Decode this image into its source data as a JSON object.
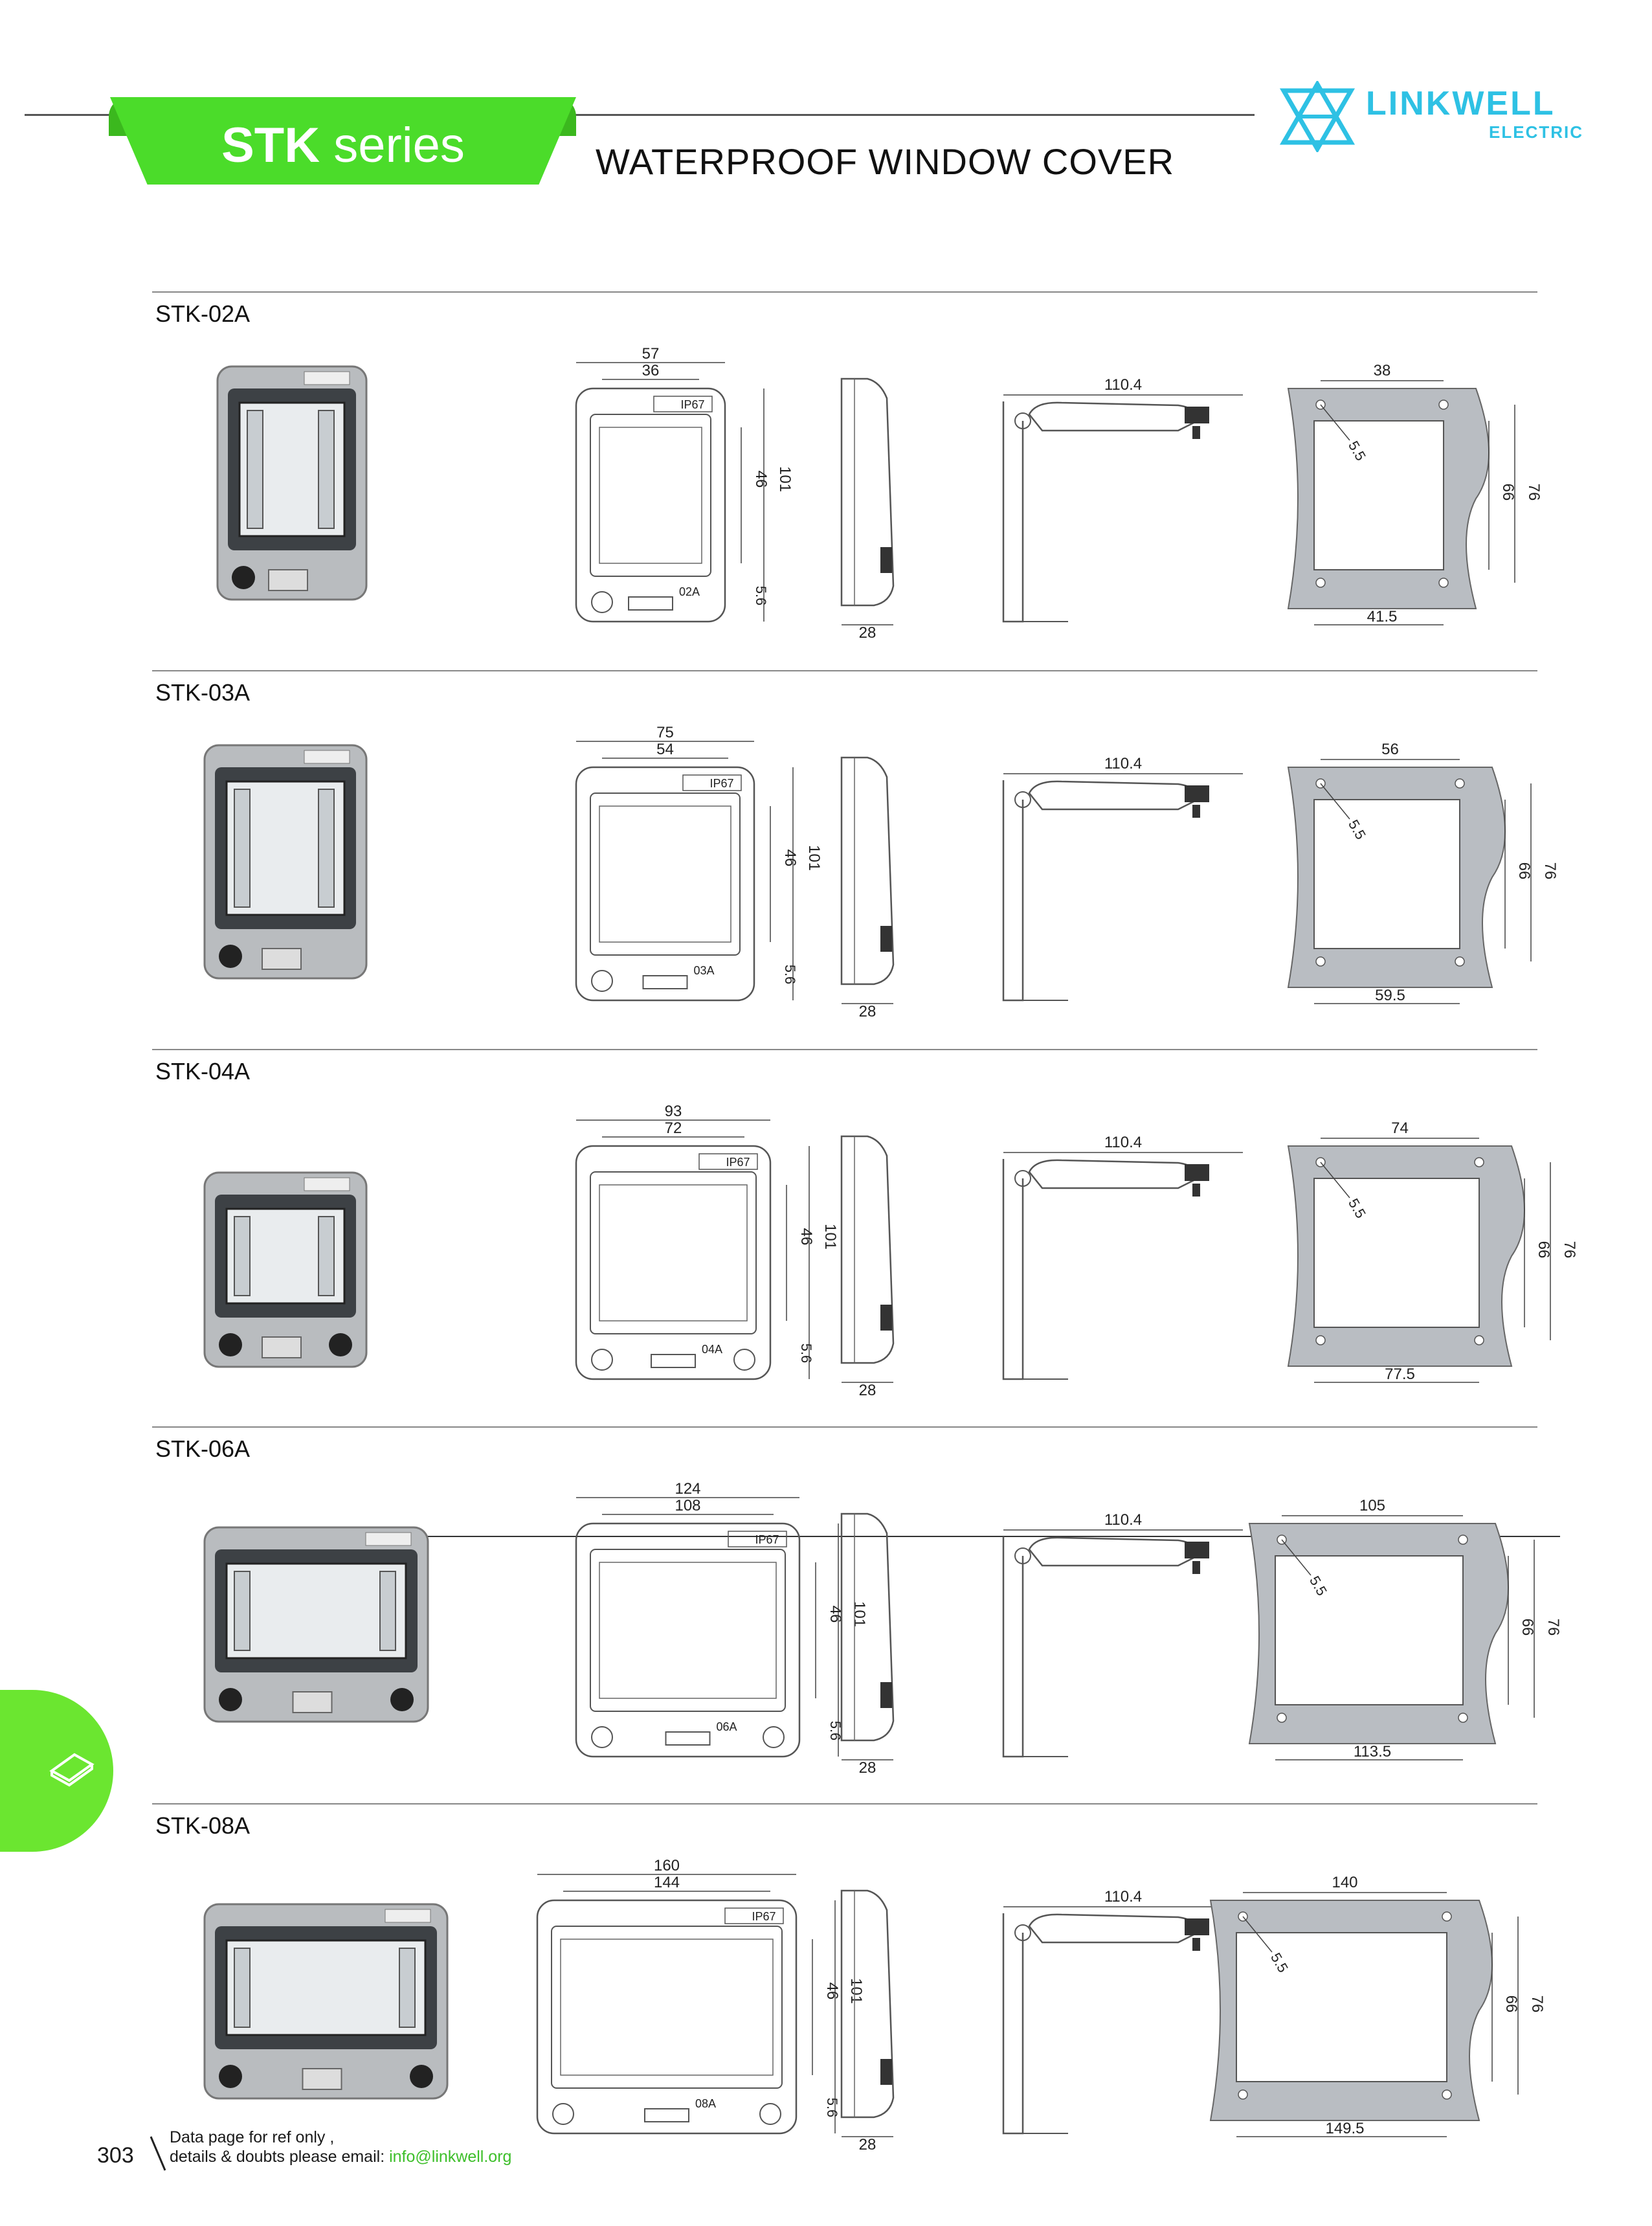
{
  "header": {
    "series_bold": "STK",
    "series_rest": " series",
    "subtitle": "WATERPROOF WINDOW COVER",
    "logo_name": "LINKWELL",
    "logo_sub": "ELECTRIC",
    "accent_color": "#4bdc2a",
    "logo_color": "#2ec1e4"
  },
  "models": [
    {
      "name": "STK-02A",
      "front_w": "57",
      "front_inner": "36",
      "front_h": "101",
      "front_inner_h": "46",
      "front_bot": "5.6",
      "depth": "28",
      "side_w": "110.4",
      "cut_top": "38",
      "cut_bot": "41.5",
      "cut_h1": "66",
      "cut_h2": "76",
      "hole": "5.5",
      "code": "02A"
    },
    {
      "name": "STK-03A",
      "front_w": "75",
      "front_inner": "54",
      "front_h": "101",
      "front_inner_h": "46",
      "front_bot": "5.6",
      "depth": "28",
      "side_w": "110.4",
      "cut_top": "56",
      "cut_bot": "59.5",
      "cut_h1": "66",
      "cut_h2": "76",
      "hole": "5.5",
      "code": "03A"
    },
    {
      "name": "STK-04A",
      "front_w": "93",
      "front_inner": "72",
      "front_h": "101",
      "front_inner_h": "46",
      "front_bot": "5.6",
      "depth": "28",
      "side_w": "110.4",
      "cut_top": "74",
      "cut_bot": "77.5",
      "cut_h1": "66",
      "cut_h2": "76",
      "hole": "5.5",
      "code": "04A"
    },
    {
      "name": "STK-06A",
      "front_w": "124",
      "front_inner": "108",
      "front_h": "101",
      "front_inner_h": "46",
      "front_bot": "5.6",
      "depth": "28",
      "side_w": "110.4",
      "cut_top": "105",
      "cut_bot": "113.5",
      "cut_h1": "66",
      "cut_h2": "76",
      "hole": "5.5",
      "code": "06A"
    },
    {
      "name": "STK-08A",
      "front_w": "160",
      "front_inner": "144",
      "front_h": "101",
      "front_inner_h": "46",
      "front_bot": "5.6",
      "depth": "28",
      "side_w": "110.4",
      "cut_top": "140",
      "cut_bot": "149.5",
      "cut_h1": "66",
      "cut_h2": "76",
      "hole": "5.5",
      "code": "08A"
    }
  ],
  "ip_label": "IP67",
  "footer": {
    "page": "303",
    "line1": "Data page for ref only ,",
    "line2": "details & doubts please email: ",
    "email": "info@linkwell.org"
  },
  "icons": {
    "logo": "linkwell-triangle-logo",
    "side": "book-icon"
  }
}
